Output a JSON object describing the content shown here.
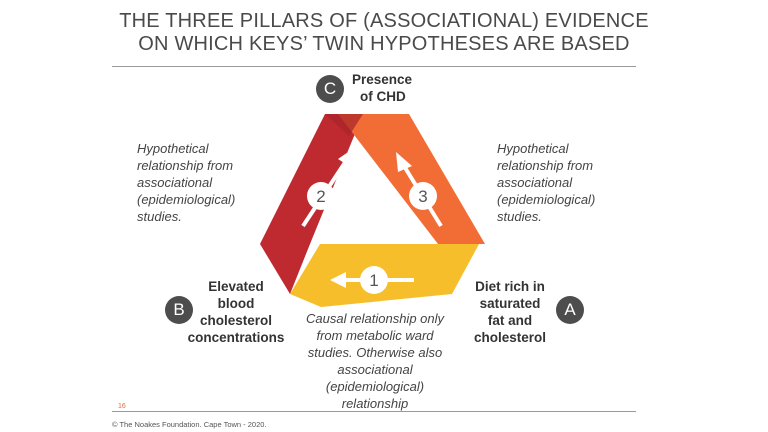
{
  "slide": {
    "title_line1": "THE THREE PILLARS OF (ASSOCIATIONAL) EVIDENCE",
    "title_line2": "ON WHICH KEYS’ TWIN HYPOTHESES ARE BASED",
    "page_number": "16",
    "footer": "© The Noakes Foundation. Cape Town - 2020."
  },
  "nodes": {
    "c": {
      "badge": "C",
      "line1": "Presence",
      "line2": "of CHD"
    },
    "b": {
      "badge": "B",
      "line1": "Elevated",
      "line2": "blood",
      "line3": "cholesterol",
      "line4": "concentrations"
    },
    "a": {
      "badge": "A",
      "line1": "Diet rich in",
      "line2": "saturated",
      "line3": "fat and",
      "line4": "cholesterol"
    }
  },
  "segments": {
    "s1": {
      "number": "1",
      "color": "#F6BE2A"
    },
    "s2": {
      "number": "2",
      "color": "#BF2A30"
    },
    "s3": {
      "number": "3",
      "color": "#F26D35"
    }
  },
  "callouts": {
    "left": [
      "Hypothetical",
      "relationship from",
      "associational",
      "(epidemiological)",
      "studies."
    ],
    "right": [
      "Hypothetical",
      "relationship from",
      "associational",
      "(epidemiological)",
      "studies."
    ],
    "bottom": [
      "Causal relationship only",
      "from metabolic ward",
      "studies. Otherwise also",
      "associational",
      "(epidemiological)",
      "relationship"
    ]
  },
  "colors": {
    "rule": "#9a9a9a",
    "badge": "#4d4d4d",
    "arrow": "#ffffff"
  }
}
